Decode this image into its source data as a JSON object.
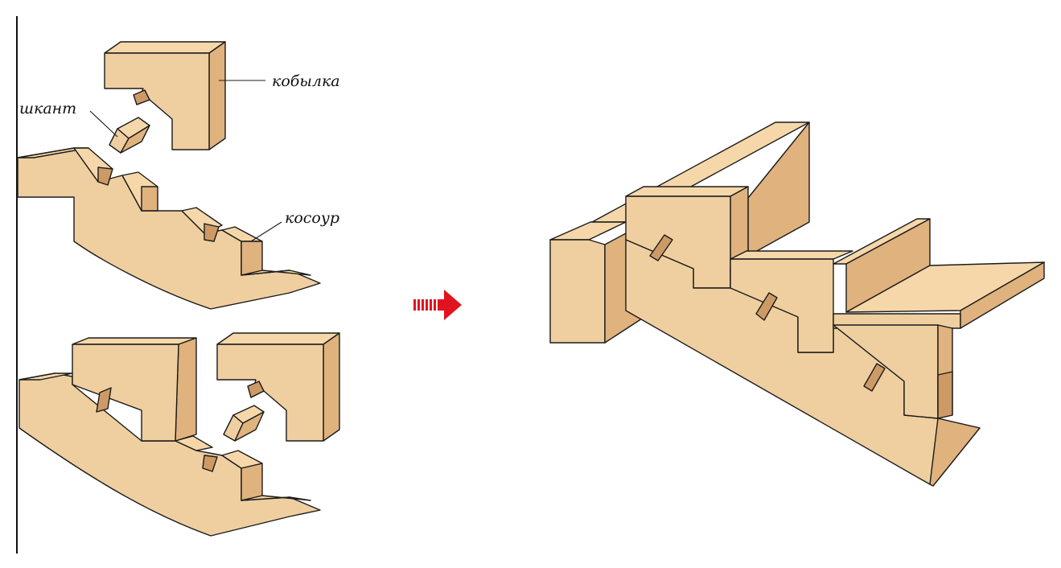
{
  "labels": {
    "kobylka": "кобылка",
    "shkant": "шкант",
    "kosour": "косоур"
  },
  "colors": {
    "wood_light": "#f5d7a9",
    "wood_front": "#efcfa0",
    "wood_side": "#dfb27e",
    "wood_dark": "#cd9a66",
    "arrow": "#e0141e",
    "outline": "#1b1b1b"
  },
  "icons": {
    "arrow": "arrow-right-icon"
  }
}
